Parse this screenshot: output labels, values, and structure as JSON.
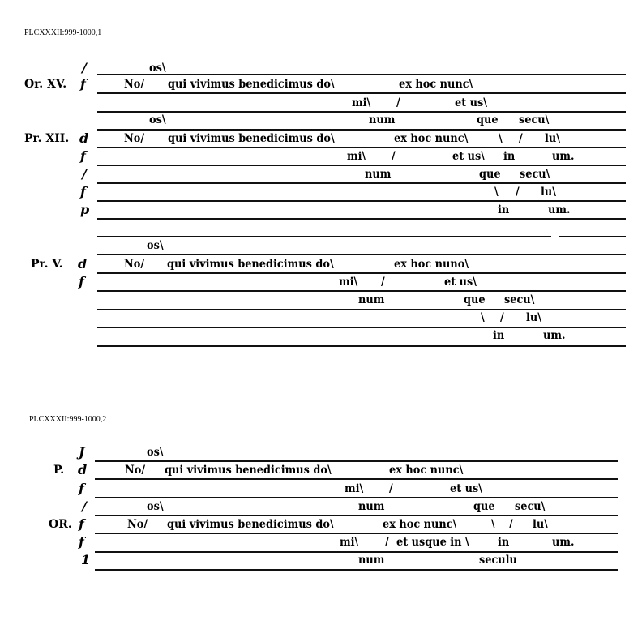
{
  "sections": [
    {
      "label": "PLCXXXII:999-1000,1",
      "rows": [
        {
          "clef": "/",
          "fragments": [
            "os\\"
          ]
        },
        {
          "label": "Or. XV.",
          "clef": "f",
          "fragments": [
            "No/",
            "qui vivimus benedicimus do\\",
            "ex hoc nunc\\"
          ]
        },
        {
          "fragments": [
            "mi\\",
            "/",
            "et us\\"
          ]
        },
        {
          "fragments": [
            "os\\",
            "num",
            "que",
            "secu\\"
          ]
        },
        {
          "label": "Pr. XII.",
          "clef": "d",
          "fragments": [
            "No/",
            "qui vivimus benedicimus do\\",
            "ex hoc nunc\\",
            "\\",
            "/",
            "lu\\"
          ]
        },
        {
          "clef": "f",
          "fragments": [
            "mi\\",
            "/",
            "et us\\",
            "in",
            "um."
          ]
        },
        {
          "clef": "/",
          "fragments": [
            "num",
            "que",
            "secu\\"
          ]
        },
        {
          "clef": "f",
          "fragments": [
            "\\",
            "/",
            "lu\\"
          ]
        },
        {
          "clef": "p",
          "fragments": [
            "in",
            "um."
          ]
        },
        {
          "fragments": [
            "os\\"
          ]
        },
        {
          "label": "Pr. V.",
          "clef": "d",
          "fragments": [
            "No/",
            "qui vivimus benedicimus do\\",
            "ex hoc nuno\\"
          ]
        },
        {
          "clef": "f",
          "fragments": [
            "mi\\",
            "/",
            "et us\\"
          ]
        },
        {
          "fragments": [
            "num",
            "que",
            "secu\\"
          ]
        },
        {
          "fragments": [
            "\\",
            "/",
            "lu\\"
          ]
        },
        {
          "fragments": [
            "in",
            "um."
          ]
        }
      ]
    },
    {
      "label": "PLCXXXII:999-1000,2",
      "rows": [
        {
          "clef": "J",
          "fragments": [
            "os\\"
          ]
        },
        {
          "label": "P.",
          "clef": "d",
          "fragments": [
            "No/",
            "qui vivimus benedicimus do\\",
            "ex hoc nunc\\"
          ]
        },
        {
          "clef": "f",
          "fragments": [
            "mi\\",
            "/",
            "et us\\"
          ]
        },
        {
          "clef": "/",
          "fragments": [
            "os\\",
            "num",
            "que",
            "secu\\"
          ]
        },
        {
          "label": "OR.",
          "clef": "f",
          "fragments": [
            "No/",
            "qui vivimus benedicimus do\\",
            "ex hoc nunc\\",
            "\\",
            "/",
            "lu\\"
          ]
        },
        {
          "clef": "f",
          "fragments": [
            "mi\\",
            "/",
            "et usque in \\",
            "in",
            "um."
          ]
        },
        {
          "clef": "1",
          "fragments": [
            "num",
            "seculu"
          ]
        }
      ]
    }
  ]
}
